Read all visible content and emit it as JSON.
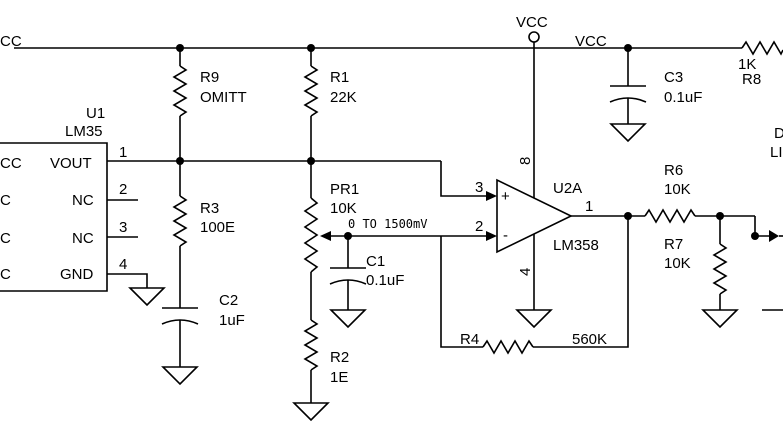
{
  "rails": {
    "vcc_left": "CC",
    "vcc_top": "VCC",
    "vcc_right": "VCC"
  },
  "u1": {
    "ref": "U1",
    "part": "LM35",
    "pins_left": [
      "CC",
      "C",
      "C",
      "C"
    ],
    "pins_right": [
      "VOUT",
      "NC",
      "NC",
      "GND"
    ],
    "pin_numbers": [
      "1",
      "2",
      "3",
      "4"
    ]
  },
  "r9": {
    "ref": "R9",
    "value": "OMITT"
  },
  "r3": {
    "ref": "R3",
    "value": "100E"
  },
  "c2": {
    "ref": "C2",
    "value": "1uF"
  },
  "r1": {
    "ref": "R1",
    "value": "22K"
  },
  "pr1": {
    "ref": "PR1",
    "value": "10K"
  },
  "r2": {
    "ref": "R2",
    "value": "1E"
  },
  "c1": {
    "ref": "C1",
    "value": "0.1uF"
  },
  "range_note": "0 TO 1500mV",
  "u2a": {
    "ref": "U2A",
    "part": "LM358",
    "pin_plus": "3",
    "pin_minus": "2",
    "pin_out": "1",
    "pin_vcc": "8",
    "pin_gnd": "4",
    "plus_sign": "+",
    "minus_sign": "-"
  },
  "r4": {
    "ref": "R4",
    "value": "560K"
  },
  "c3": {
    "ref": "C3",
    "value": "0.1uF"
  },
  "r8": {
    "ref": "R8",
    "value": "1K"
  },
  "r6": {
    "ref": "R6",
    "value": "10K"
  },
  "r7": {
    "ref": "R7",
    "value": "10K"
  },
  "right_edge": {
    "d_label": "D",
    "l_label": "LI"
  }
}
